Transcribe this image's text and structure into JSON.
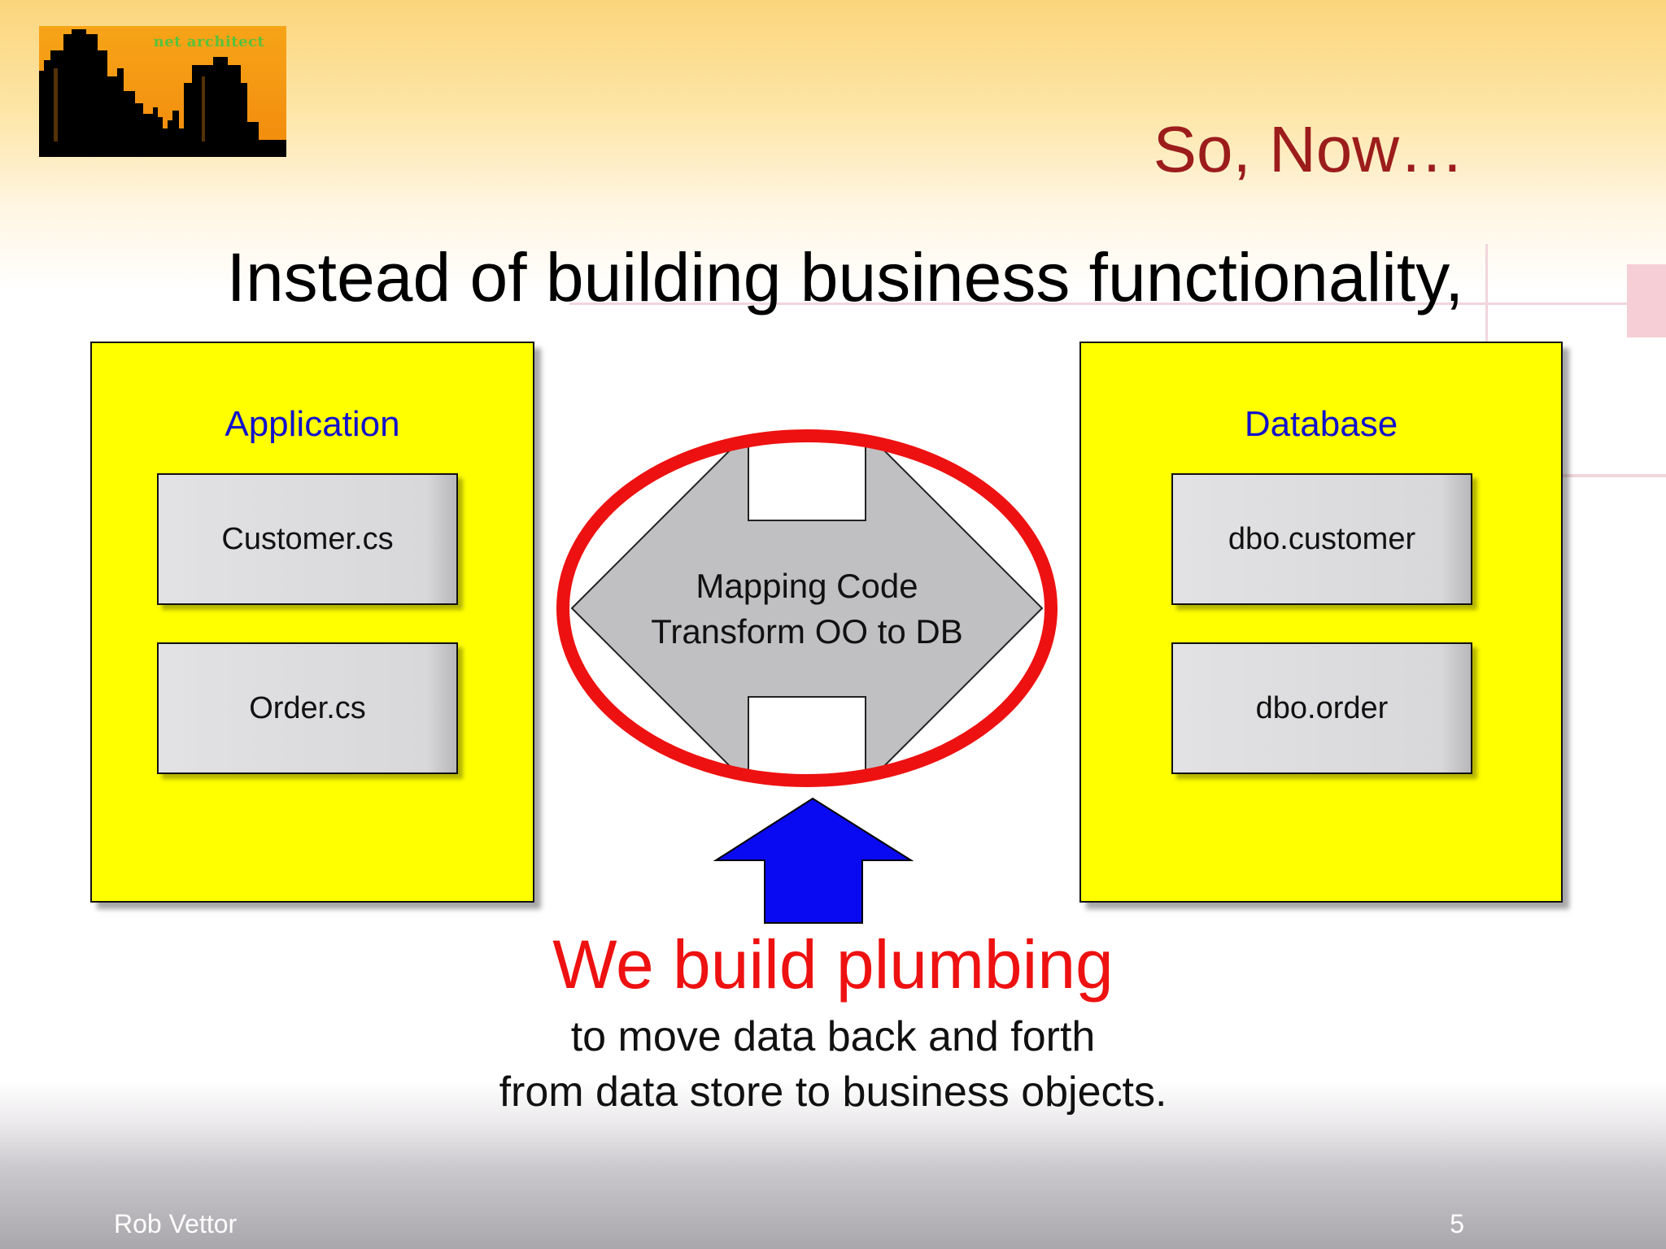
{
  "logo": {
    "text": "net architect"
  },
  "slide": {
    "title": "So, Now…",
    "headline": "Instead of building business functionality,"
  },
  "application": {
    "label": "Application",
    "items": [
      "Customer.cs",
      "Order.cs"
    ]
  },
  "database": {
    "label": "Database",
    "items": [
      "dbo.customer",
      "dbo.order"
    ]
  },
  "mapping": {
    "line1": "Mapping Code",
    "line2": "Transform OO to DB"
  },
  "callout": {
    "headline": "We build plumbing",
    "line1": "to move data back and forth",
    "line2": "from data store to business objects."
  },
  "footer": {
    "author": "Rob Vettor",
    "page": "5"
  },
  "colors": {
    "panel": "#ffff00",
    "panel_label": "#1212cc",
    "entity": "#d9d9db",
    "highlight_ellipse": "#ee1111",
    "arrow": "#0a0af2",
    "title": "#9c1c1c",
    "callout": "#ee1111"
  }
}
